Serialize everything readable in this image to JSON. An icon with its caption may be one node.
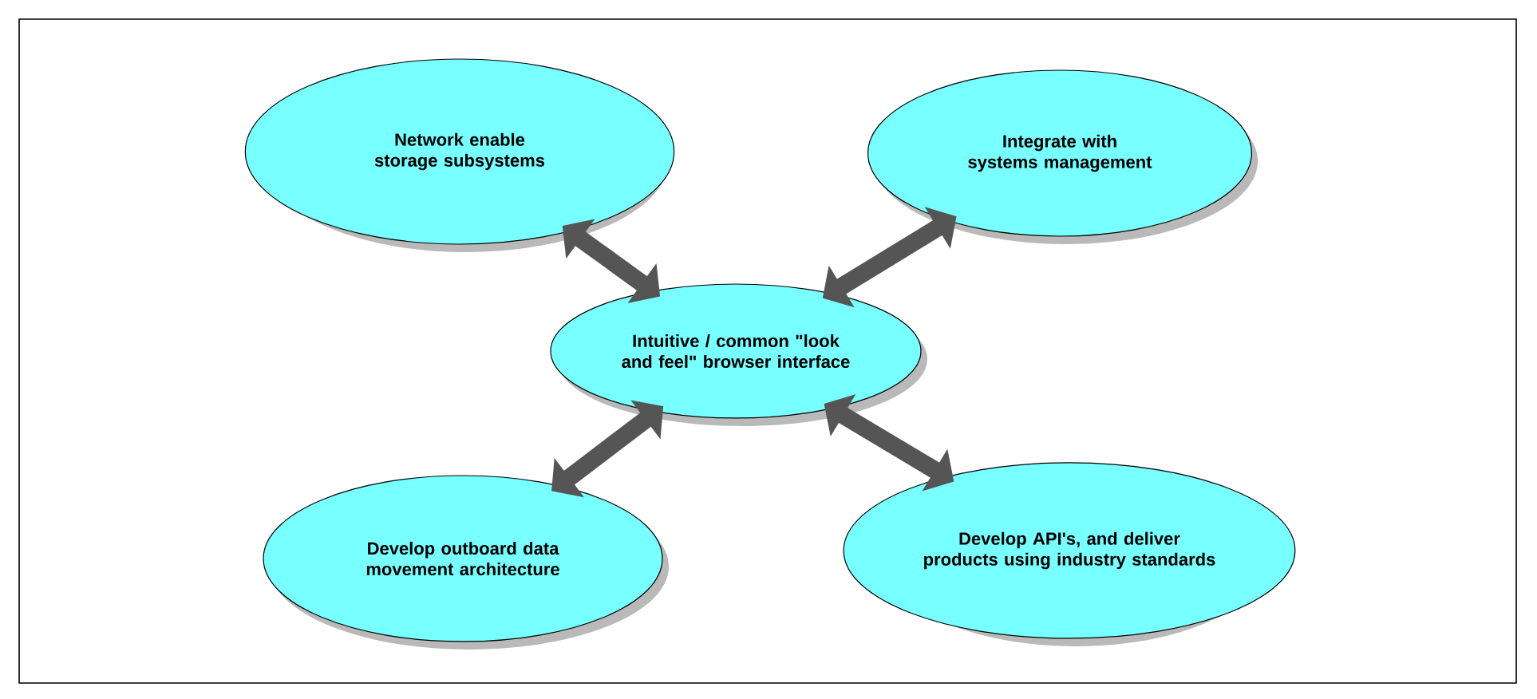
{
  "diagram": {
    "nodes": [
      {
        "text": [
          "Network enable storage subsystems"
        ]
      },
      {
        "text": [
          "Integrate with systems management"
        ]
      },
      {
        "text": [
          "Intuitive / common \"look and feel\" browser interface"
        ]
      },
      {
        "text": [
          "Develop outboard data movement architecture"
        ]
      },
      {
        "text": [
          "Develop API's, and deliver products using industry standards"
        ]
      }
    ],
    "edges": [
      {
        "from": 2,
        "to": 0,
        "arrow": "both"
      },
      {
        "from": 2,
        "to": 1,
        "arrow": "both"
      },
      {
        "from": 2,
        "to": 3,
        "arrow": "both"
      },
      {
        "from": 2,
        "to": 4,
        "arrow": "both"
      }
    ]
  }
}
